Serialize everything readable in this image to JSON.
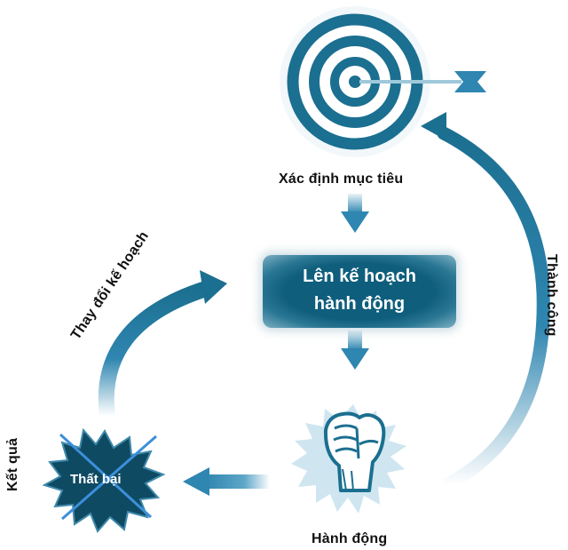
{
  "nodes": {
    "goal": {
      "label": "Xác định mục tiêu"
    },
    "plan": {
      "line1": "Lên kế hoạch",
      "line2": "hành động"
    },
    "action": {
      "label": "Hành động"
    },
    "loss": {
      "label": "Thất bại"
    }
  },
  "edges": {
    "result": {
      "label": "Kết quả"
    },
    "change_plan": {
      "label": "Thay đổi kế hoạch"
    },
    "success": {
      "label": "Thành công"
    }
  },
  "colors": {
    "primary": "#1b6f90",
    "accent": "#2f86b0",
    "light": "#c8e1ee",
    "dark": "#0f5e7c",
    "cross": "#3c8fda"
  }
}
